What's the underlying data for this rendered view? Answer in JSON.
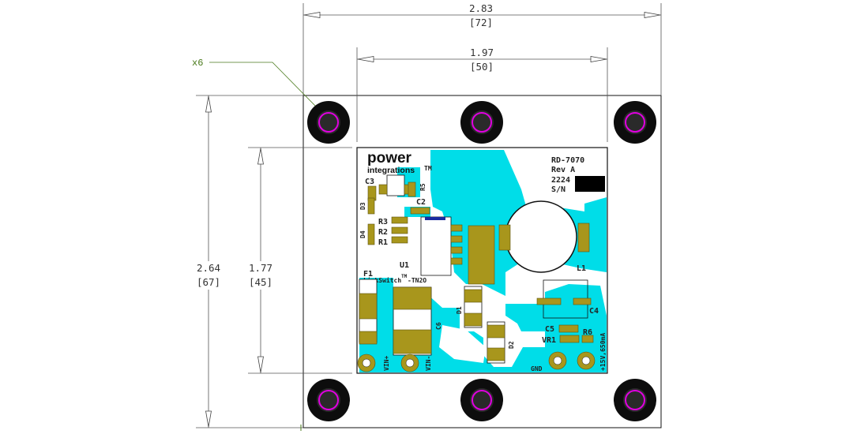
{
  "dimensions": {
    "top_outer": {
      "inch": "2.83",
      "mm": "[72]"
    },
    "top_inner": {
      "inch": "1.97",
      "mm": "[50]"
    },
    "left_outer": {
      "inch": "2.64",
      "mm": "[67]"
    },
    "left_inner": {
      "inch": "1.77",
      "mm": "[45]"
    }
  },
  "callout": {
    "count": "x6"
  },
  "board": {
    "logo_line1": "power",
    "logo_line2": "integrations",
    "logo_tm": "TM",
    "title": "RD-7070",
    "rev": "Rev A",
    "date_code": "2224",
    "serial_label": "S/N"
  },
  "refdes": {
    "c3": "C3",
    "r5": "R5",
    "d3": "D3",
    "c2": "C2",
    "r3": "R3",
    "r2": "R2",
    "r1": "R1",
    "d4": "D4",
    "u1": "U1",
    "u1_part": "LinkSwitch",
    "u1_tm": "TM",
    "u1_suffix": "-TN2O",
    "l1": "L1",
    "f1": "F1",
    "c6": "C6",
    "d1": "D1",
    "d2": "D2",
    "c4": "C4",
    "c5": "C5",
    "r6": "R6",
    "vr1": "VR1"
  },
  "terminals": {
    "vin_pos": "VIN+",
    "vin_neg": "VIN-",
    "gnd": "GND",
    "output": "+15V,650mA"
  },
  "colors": {
    "copper": "#00dde8",
    "pad": "#a8961c",
    "mount_ring": "#111111",
    "mount_hole": "#e000e0",
    "callout": "#4a7a1c"
  }
}
